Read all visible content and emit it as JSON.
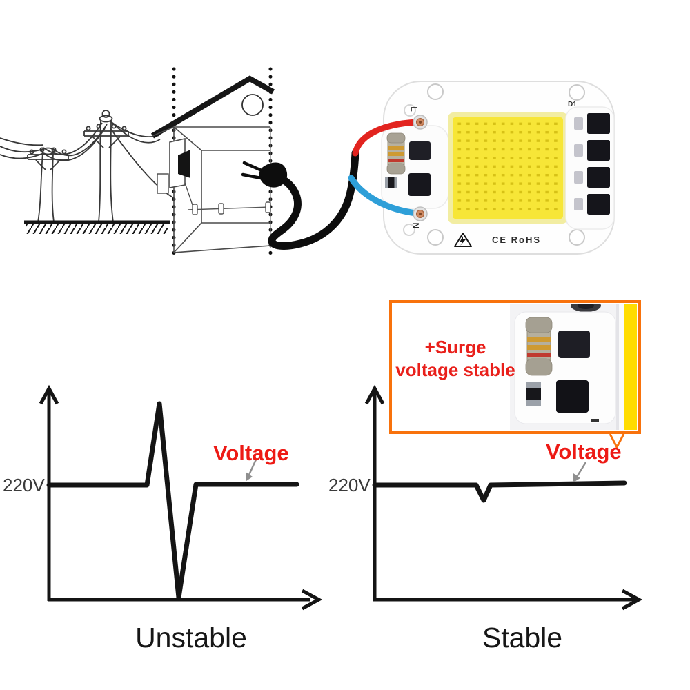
{
  "scene_title": "LED COB chip surge-protection infographic",
  "module": {
    "terminal_l_label": "L",
    "terminal_n_label": "N",
    "diode_label": "D1",
    "cert_label": "CE RoHS"
  },
  "inset": {
    "caption_line1": "+Surge",
    "caption_line2": "voltage stable",
    "border_color": "#F8720C",
    "caption_color": "#E9201B"
  },
  "graphs": {
    "left": {
      "axis_label": "220V",
      "annotation": "Voltage",
      "caption": "Unstable",
      "line_points": "71,703 213,703 231,585 259,866 284,702 430,702"
    },
    "right": {
      "axis_label": "220V",
      "annotation": "Voltage",
      "caption": "Stable",
      "line_points": "543,703 690,703 701,725 711,703 905,700"
    }
  },
  "colors": {
    "annotation_red": "#ED1A15",
    "diagram_black": "#141414",
    "led_yellow": "#F7E637",
    "wire_red": "#E2241F",
    "wire_blue": "#2E9FD8",
    "inset_orange": "#F8720C"
  }
}
